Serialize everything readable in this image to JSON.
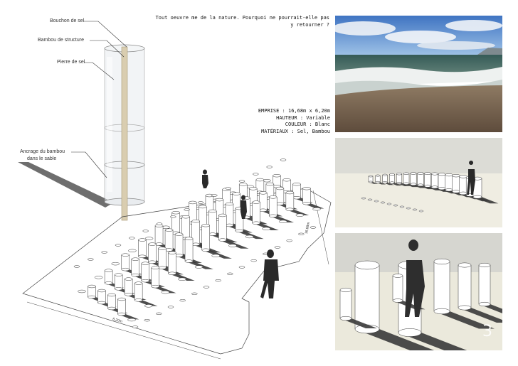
{
  "labels": {
    "bouchon": "Bouchon de sel",
    "bambou": "Bambou de structure",
    "pierre": "Pierre de sel",
    "ancrage_1": "Ancrage du bambou",
    "ancrage_2": "dans le sable"
  },
  "quote": {
    "line1": "Tout oeuvre me de la nature. Pourquoi ne pourrait-elle pas",
    "line2": "y retourner ?"
  },
  "specs": {
    "emprise": "EMPRISE : 16,68m x 6,20m",
    "hauteur": "HAUTEUR : Variable",
    "couleur": "COULEUR : Blanc",
    "materiaux": "MATÉRIAUX : Sel, Bambou"
  },
  "dimensions": {
    "width_label": "6,20m",
    "length_label": "16,68m"
  },
  "page_number": "3"
}
